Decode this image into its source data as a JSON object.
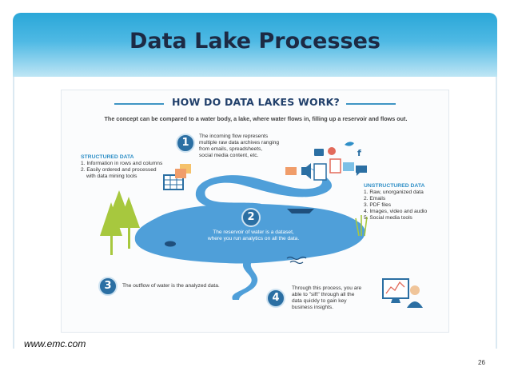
{
  "slide": {
    "title": "Data Lake Processes",
    "footer_url": "www.emc.com",
    "page_number": "26"
  },
  "infographic": {
    "title": "HOW DO DATA LAKES WORK?",
    "subtitle": "The concept can be compared to a water body, a lake, where water flows in, filling up a reservoir and flows out.",
    "structured": {
      "heading": "STRUCTURED DATA",
      "items": [
        "1. Information in rows and columns",
        "2. Easily ordered and processed",
        "with data mining tools"
      ]
    },
    "unstructured": {
      "heading": "UNSTRUCTURED DATA",
      "items": [
        "1. Raw, unorganized data",
        "2. Emails",
        "3. PDF files",
        "4. Images, video and audio",
        "5. Social media tools"
      ]
    },
    "steps": [
      {
        "number": "1",
        "lines": [
          "The incoming flow represents",
          "multiple raw data archives ranging",
          "from emails, spreadsheets,",
          "social media content, etc."
        ]
      },
      {
        "number": "2",
        "lines": [
          "The reservoir of water is a dataset,",
          "where you run analytics on all the data."
        ]
      },
      {
        "number": "3",
        "lines": [
          "The outflow of water is the analyzed data."
        ]
      },
      {
        "number": "4",
        "lines": [
          "Through this process, you are",
          "able to \"sift\" through all the",
          "data quickly to gain key",
          "business insights."
        ]
      }
    ],
    "colors": {
      "header_blue": "#2aa7d8",
      "lake_blue": "#4f9fd9",
      "step_blue": "#2b6fa3",
      "heading_blue": "#2f8fc7",
      "tree_green": "#a7c83e"
    }
  }
}
